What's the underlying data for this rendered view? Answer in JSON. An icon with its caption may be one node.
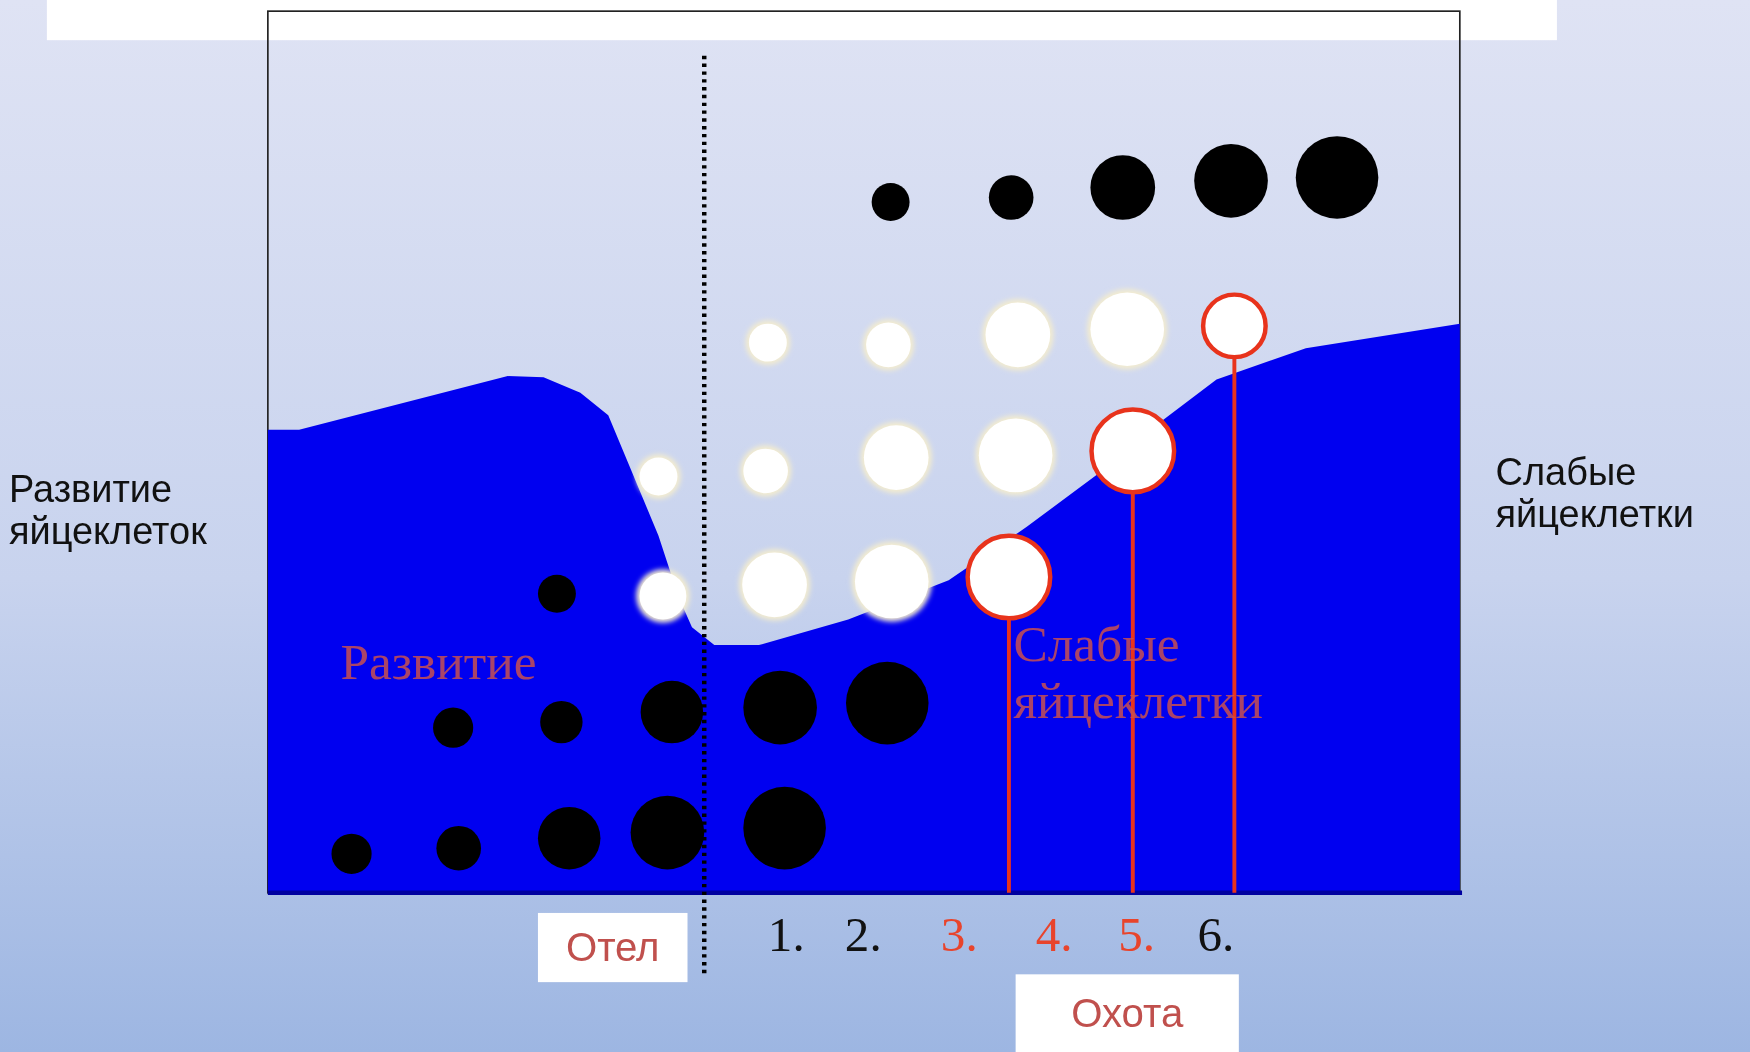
{
  "diagram": {
    "nodes": [
      {
        "text": [
          "Отел"
        ]
      },
      {
        "text": [
          "Охота"
        ]
      }
    ],
    "labels": [
      "Развитие яйцеклеток",
      "Слабые яйцеклетки",
      "Развитие",
      "Слабые яйцеклетки",
      "1.",
      "2.",
      "3.",
      "4.",
      "5.",
      "6."
    ]
  }
}
